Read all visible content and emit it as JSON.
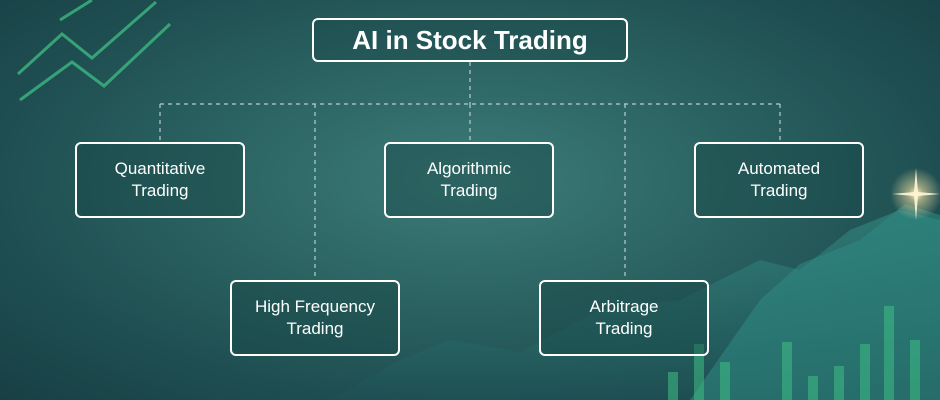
{
  "title": "AI in Stock Trading",
  "nodes": [
    {
      "label": "Quantitative\nTrading"
    },
    {
      "label": "Algorithmic\nTrading"
    },
    {
      "label": "Automated\nTrading"
    },
    {
      "label": "High Frequency\nTrading"
    },
    {
      "label": "Arbitrage\nTrading"
    }
  ],
  "colors": {
    "background": "#2d6664",
    "accent_green": "#3fbf84",
    "box_border": "#ffffff",
    "text": "#ffffff"
  }
}
